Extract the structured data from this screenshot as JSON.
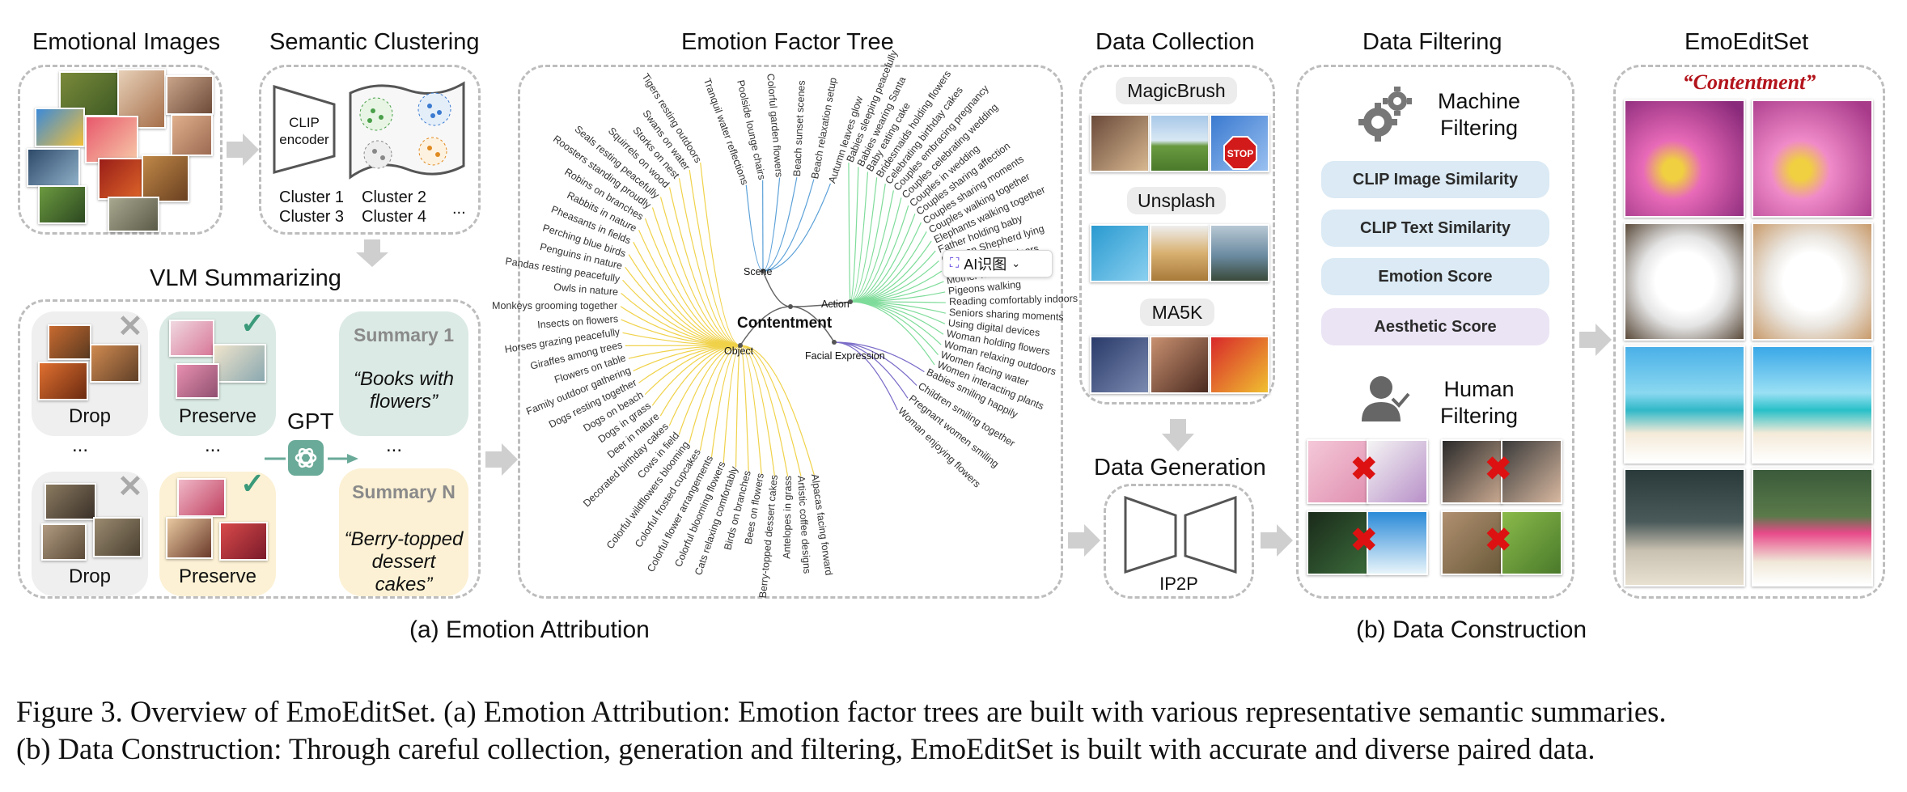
{
  "sections": {
    "emotional_images": "Emotional Images",
    "semantic_clustering": "Semantic Clustering",
    "vlm_summarizing": "VLM Summarizing",
    "emotion_factor_tree": "Emotion Factor Tree",
    "data_collection": "Data Collection",
    "data_filtering": "Data Filtering",
    "emoeditset": "EmoEditSet",
    "data_generation": "Data Generation"
  },
  "clustering": {
    "encoder": "CLIP encoder",
    "clusters": [
      "Cluster 1",
      "Cluster 2",
      "Cluster 3",
      "Cluster 4"
    ],
    "ellipsis": "..."
  },
  "vlm": {
    "drop": "Drop",
    "preserve": "Preserve",
    "dots": "...",
    "gpt": "GPT",
    "summary1_title": "Summary 1",
    "summary1_text": "“Books with flowers”",
    "summaryN_title": "Summary N",
    "summaryN_text": "“Berry-topped dessert cakes”"
  },
  "tree": {
    "root": "Contentment",
    "branches": {
      "scene": "Scene",
      "action": "Action",
      "object": "Object",
      "facial": "Facial Expression"
    },
    "scene_leaves": [
      "Tranquil water reflections",
      "Poolside lounge chairs",
      "Colorful garden flowers",
      "Beach sunset scenes",
      "Beach relaxation setup",
      "Autumn leaves glow"
    ],
    "action_leaves": [
      "Babies sleeping peacefully",
      "Babies wearing Santa",
      "Baby eating cake",
      "Bridesmaids holding flowers",
      "Celebrating birthday cakes",
      "Couples embracing pregnancy",
      "Couples celebrating wedding",
      "Couples in wedding",
      "Couples sharing affection",
      "Couples sharing moments",
      "Couples walking together",
      "Elephants walking together",
      "Father holding baby",
      "German Shepherd lying",
      "Girl relaxing outdoors",
      "Mother holding baby",
      "Pigeons walking",
      "Reading comfortably indoors",
      "Seniors sharing moments",
      "Using digital devices",
      "Woman holding flowers",
      "Woman relaxing outdoors",
      "Women facing water",
      "Women interacting plants"
    ],
    "facial_leaves": [
      "Babies smiling happily",
      "Children smiling together",
      "Pregnant women smiling",
      "Woman enjoying flowers"
    ],
    "object_leaves": [
      "Tigers resting outdoors",
      "Swans on water",
      "Storks on nest",
      "Squirrels on wood",
      "Seals resting peacefully",
      "Roosters standing proudly",
      "Robins on branches",
      "Rabbits in nature",
      "Pheasants in fields",
      "Perching blue birds",
      "Penguins in nature",
      "Pandas resting peacefully",
      "Owls in nature",
      "Monkeys grooming together",
      "Insects on flowers",
      "Horses grazing peacefully",
      "Giraffes among trees",
      "Flowers on table",
      "Family outdoor gathering",
      "Dogs resting together",
      "Dogs on beach",
      "Dogs in grass",
      "Deer in nature",
      "Decorated birthday cakes",
      "Cows in field",
      "Colorful wildflowers blooming",
      "Colorful frosted cupcakes",
      "Colorful flower arrangements",
      "Colorful blooming flowers",
      "Cats relaxing comfortably",
      "Birds on branches",
      "Bees on flowers",
      "Berry-topped dessert cakes",
      "Antelopes in grass",
      "Artistic coffee designs",
      "Alpacas facing forward"
    ],
    "widget": "AI识图"
  },
  "collection": {
    "sources": [
      "MagicBrush",
      "Unsplash",
      "MA5K"
    ],
    "stop_sign": "STOP"
  },
  "generation": {
    "model": "IP2P"
  },
  "filtering": {
    "machine": "Machine Filtering",
    "metrics": [
      "CLIP Image Similarity",
      "CLIP Text Similarity",
      "Emotion Score",
      "Aesthetic Score"
    ],
    "human": "Human Filtering"
  },
  "emoedit": {
    "label": "“Contentment”"
  },
  "subcaptions": {
    "a": "(a) Emotion Attribution",
    "b": "(b) Data Construction"
  },
  "caption": {
    "line1": "Figure 3. Overview of EmoEditSet. (a) Emotion Attribution: Emotion factor trees are built with various representative semantic summaries.",
    "line2": "(b) Data Construction: Through careful collection, generation and filtering, EmoEditSet is built with accurate and diverse paired data."
  },
  "colors": {
    "scene": "#5aa0d8",
    "action": "#7fdc9a",
    "object": "#f0d24a",
    "facial": "#7a6cc8",
    "emotion_label": "#b3141c"
  }
}
